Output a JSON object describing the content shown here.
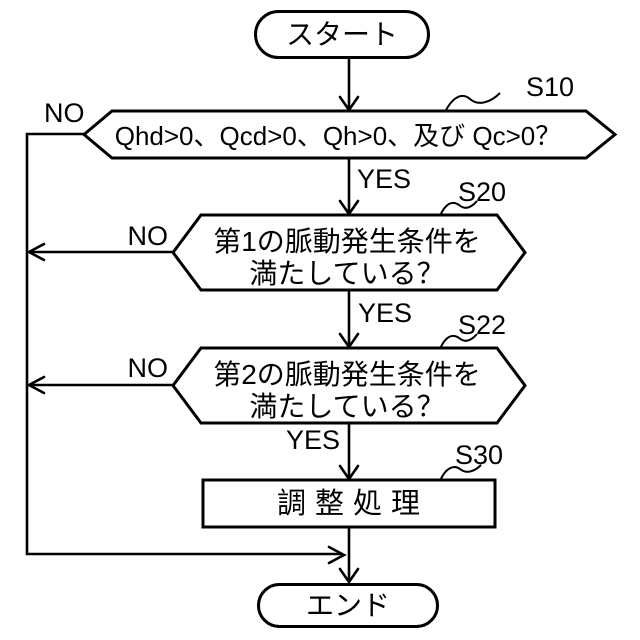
{
  "figure": {
    "type": "flowchart",
    "language": "ja",
    "colors": {
      "line": "#000000",
      "background": "#ffffff"
    },
    "start": {
      "label": "スタート"
    },
    "end": {
      "label": "エンド"
    },
    "labels": {
      "yes": "YES",
      "no": "NO"
    },
    "steps": [
      {
        "id": "S10",
        "shape": "decision",
        "text_lines": [
          "Qhd>0、Qcd>0、Qh>0、及び Qc>0？"
        ]
      },
      {
        "id": "S20",
        "shape": "decision",
        "text_lines": [
          "第1の脈動発生条件を",
          "満たしている？"
        ]
      },
      {
        "id": "S22",
        "shape": "decision",
        "text_lines": [
          "第2の脈動発生条件を",
          "満たしている？"
        ]
      },
      {
        "id": "S30",
        "shape": "process",
        "text_lines": [
          "調整処理"
        ]
      }
    ]
  }
}
